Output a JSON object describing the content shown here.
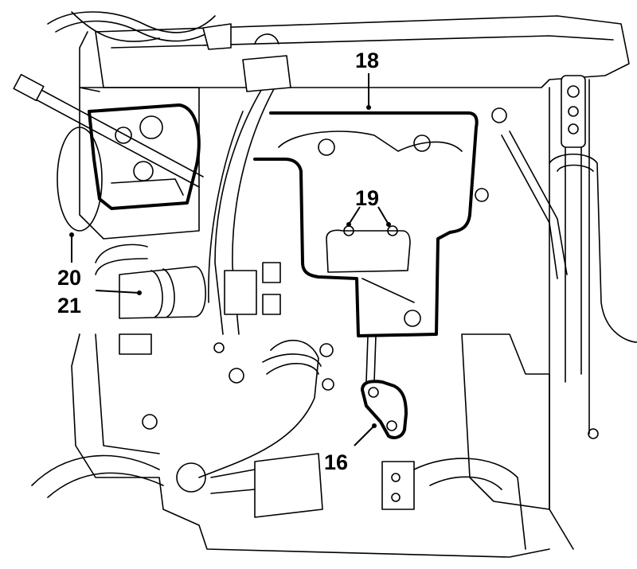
{
  "callouts": {
    "c18": "18",
    "c19": "19",
    "c20": "20",
    "c21": "21",
    "c16": "16"
  }
}
